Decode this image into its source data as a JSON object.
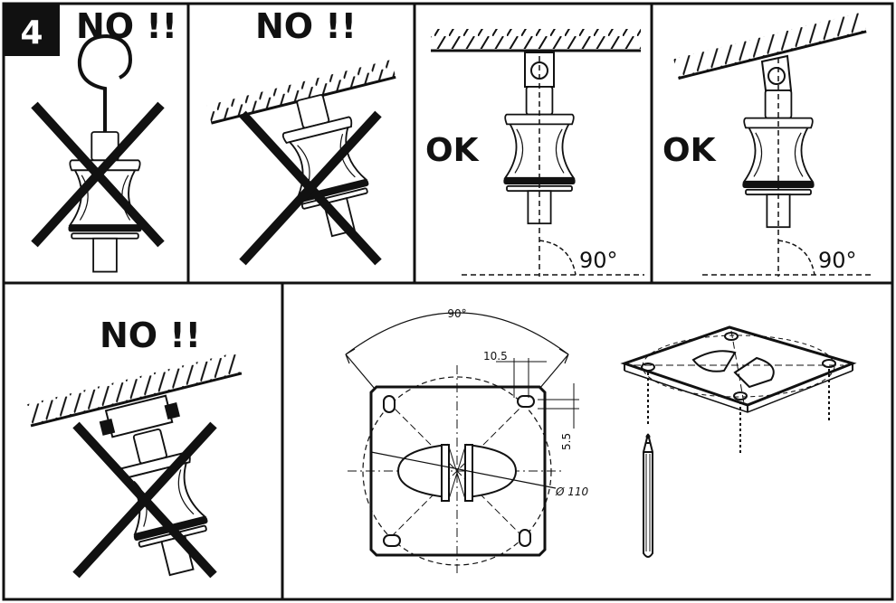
{
  "step_number": "4",
  "panels": {
    "p1": {
      "label": "NO !!"
    },
    "p2": {
      "label": "NO !!"
    },
    "p3": {
      "label": "OK",
      "angle": "90°"
    },
    "p4": {
      "label": "OK",
      "angle": "90°"
    },
    "p5": {
      "label": "NO !!"
    }
  },
  "template_drawing": {
    "angle_label": "90°",
    "dim_width": "10.5",
    "dim_height": "5.5",
    "dim_diameter": "Ø 110"
  },
  "colors": {
    "line": "#111111",
    "background": "#ffffff"
  }
}
